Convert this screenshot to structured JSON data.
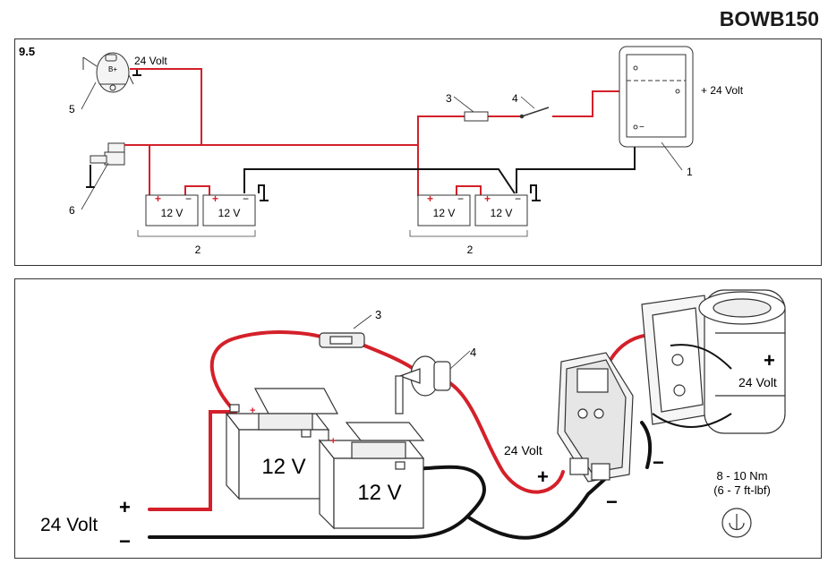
{
  "header": {
    "model": "BOWB150"
  },
  "schematic": {
    "section": "9.5",
    "alternator_label": "24 Volt",
    "alternator_terminal": "B+",
    "plus_24v": "+ 24 Volt",
    "battery_voltage": "12 V",
    "callouts": {
      "controller": "1",
      "batteries": "2",
      "fuse": "3",
      "switch": "4",
      "alternator": "5",
      "starter": "6"
    }
  },
  "illustration": {
    "battery_voltage": "12 V",
    "volt_main": "24 Volt",
    "plus": "+",
    "minus": "−",
    "volt_cable": "24 Volt",
    "volt_thruster": "24 Volt",
    "torque_nm": "8 - 10 Nm",
    "torque_ftlbf": "(6 - 7 ft-lbf)",
    "callouts": {
      "fuse": "3",
      "switch": "4"
    }
  },
  "colors": {
    "positive": "#d4202a",
    "negative": "#111111",
    "frame": "#333333"
  }
}
